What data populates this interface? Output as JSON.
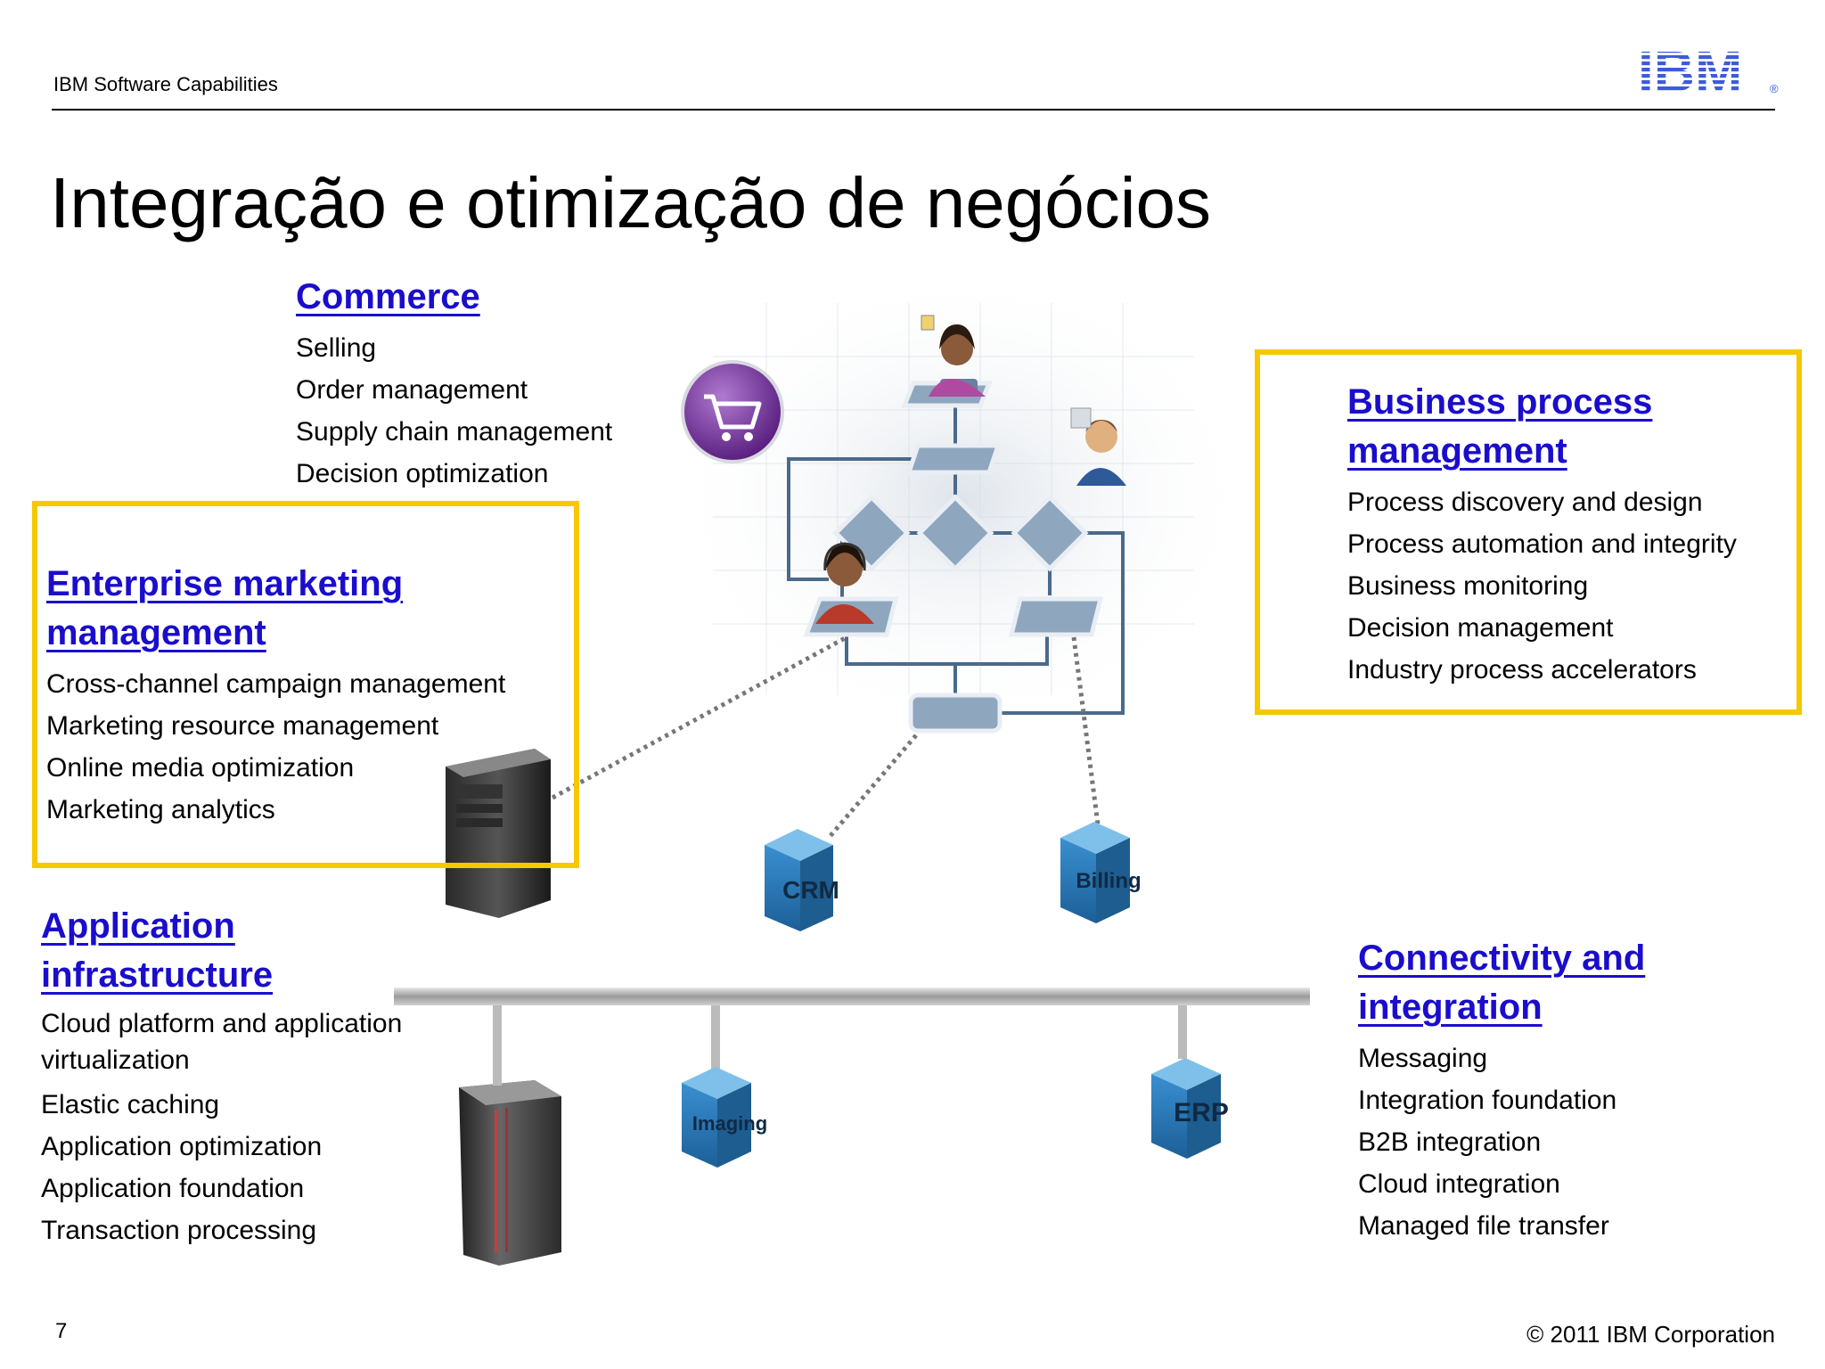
{
  "header": {
    "label": "IBM Software Capabilities",
    "logo_text": "IBM",
    "logo_mark": "®"
  },
  "title": "Integração e otimização de negócios",
  "sections": {
    "commerce": {
      "heading": "Commerce",
      "items": [
        "Selling",
        "Order management",
        "Supply chain management",
        "Decision optimization"
      ]
    },
    "bpm": {
      "heading": "Business process management",
      "items": [
        "Process discovery and design",
        "Process automation and integrity",
        "Business monitoring",
        "Decision management",
        "Industry process accelerators"
      ]
    },
    "emm": {
      "heading": "Enterprise marketing management",
      "items": [
        "Cross-channel campaign management",
        "Marketing resource management",
        "Online media optimization",
        "Marketing analytics"
      ]
    },
    "appinfra": {
      "heading": "Application infrastructure",
      "items": [
        "Cloud platform and application virtualization",
        "Elastic caching",
        "Application optimization",
        "Application foundation",
        "Transaction processing"
      ]
    },
    "connectivity": {
      "heading": "Connectivity and integration",
      "items": [
        "Messaging",
        "Integration foundation",
        "B2B integration",
        "Cloud integration",
        "Managed file transfer"
      ]
    }
  },
  "diagram": {
    "cube_labels": {
      "crm": "CRM",
      "billing": "Billing",
      "imaging": "Imaging",
      "erp": "ERP"
    }
  },
  "footer": {
    "page_number": "7",
    "copyright": "© 2011 IBM Corporation"
  },
  "colors": {
    "heading_link": "#1a0dcc",
    "highlight_box": "#f5c800",
    "logo": "#3d5bd9",
    "cube": "#2d7fc0"
  }
}
